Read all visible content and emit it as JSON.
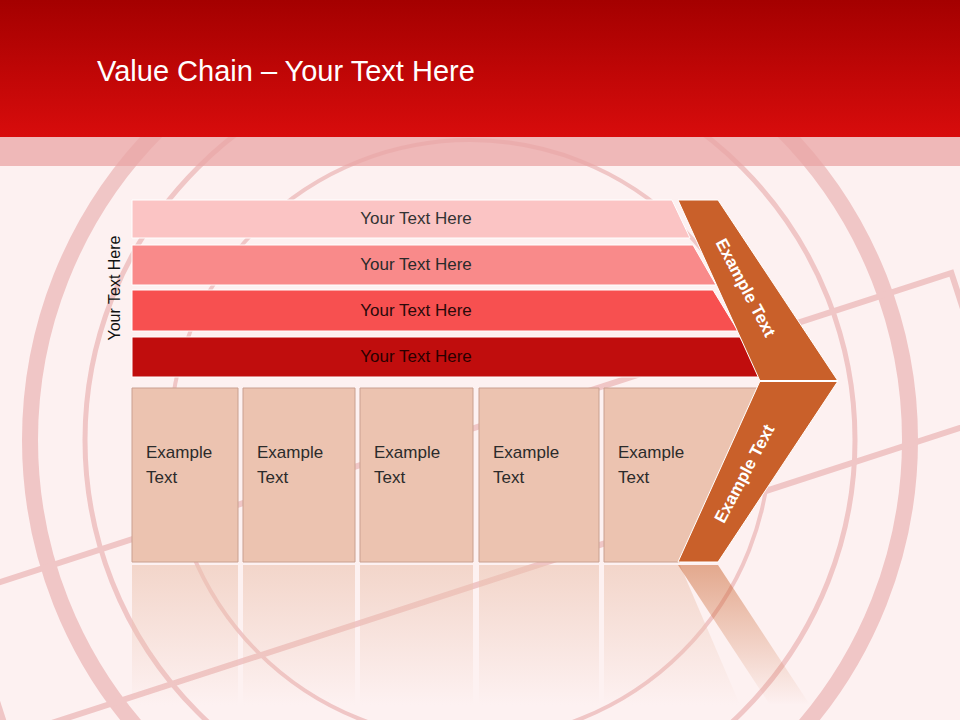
{
  "diagram": {
    "title": "Value Chain – Your Text Here",
    "nodes": [
      {
        "text": [
          "Your Text Here"
        ]
      },
      {
        "text": [
          "Your Text Here"
        ]
      },
      {
        "text": [
          "Your Text Here"
        ]
      },
      {
        "text": [
          "Your Text Here"
        ]
      },
      {
        "text": [
          "Example Text"
        ]
      },
      {
        "text": [
          "Example Text"
        ]
      },
      {
        "text": [
          "Example Text"
        ]
      },
      {
        "text": [
          "Example Text"
        ]
      },
      {
        "text": [
          "Example Text"
        ]
      },
      {
        "text": [
          "Example Text",
          "Example Text"
        ]
      }
    ],
    "edges": [],
    "labels": [
      "Your Text Here"
    ]
  }
}
